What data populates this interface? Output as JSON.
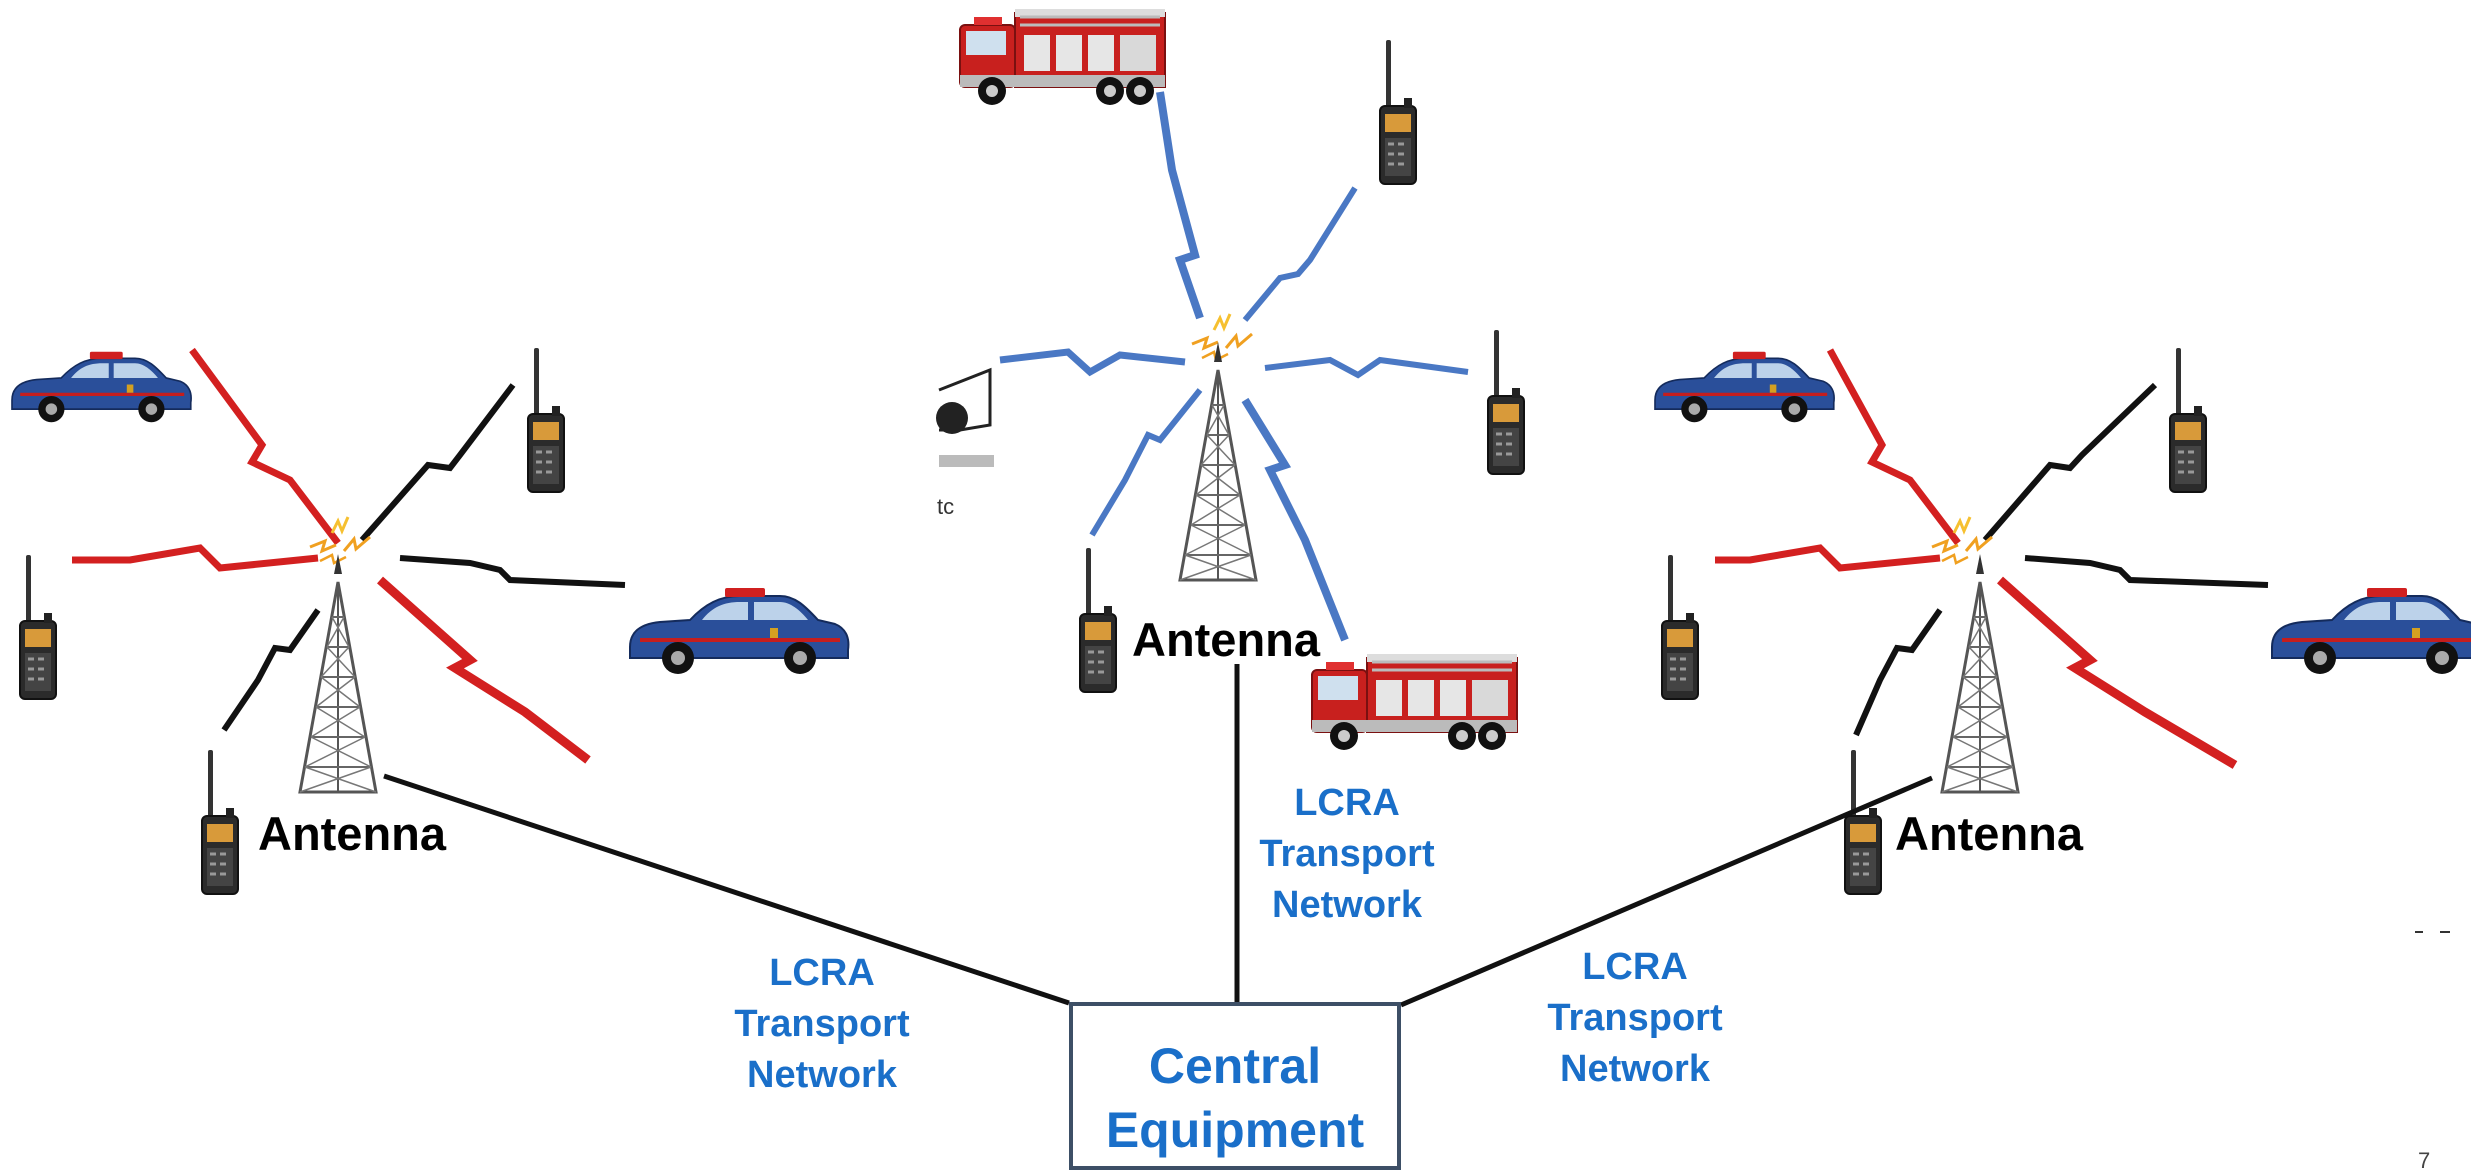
{
  "antennas": [
    {
      "label": "Antenna"
    },
    {
      "label": "Antenna"
    },
    {
      "label": "Antenna"
    }
  ],
  "transport_links": [
    {
      "line1": "LCRA",
      "line2": "Transport",
      "line3": "Network"
    },
    {
      "line1": "LCRA",
      "line2": "Transport",
      "line3": "Network"
    },
    {
      "line1": "LCRA",
      "line2": "Transport",
      "line3": "Network"
    }
  ],
  "central": {
    "line1": "Central",
    "line2": "Equipment"
  },
  "page_number": "7",
  "cropped_fragment": "tc",
  "colors": {
    "link_red": "#d32020",
    "link_black": "#111111",
    "link_blue": "#4a78c4",
    "text_blue": "#1a6fc9",
    "police_car": "#2a4f9a",
    "fire_truck": "#c8201e"
  },
  "icons": [
    "antenna-tower-icon",
    "police-car-icon",
    "fire-truck-icon",
    "handheld-radio-icon",
    "radio-spark-icon"
  ]
}
